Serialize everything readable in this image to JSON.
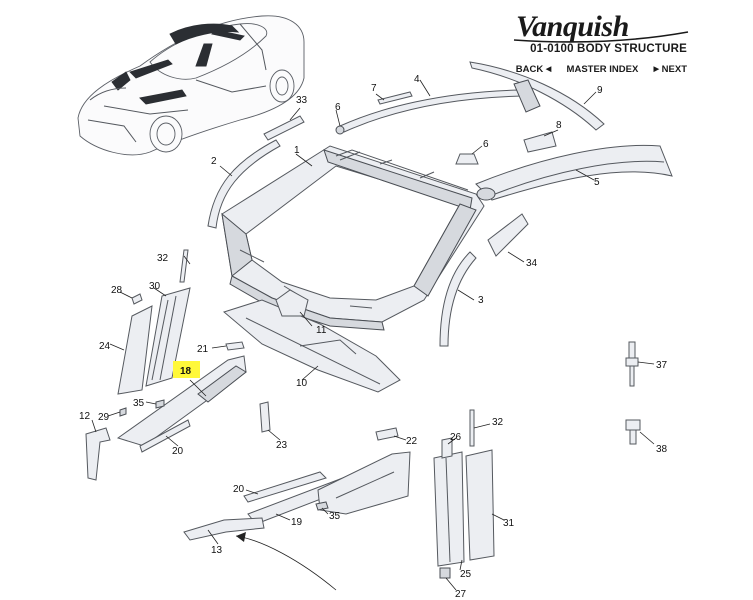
{
  "header": {
    "brand": "Vanquish",
    "section_title": "01-0100 BODY STRUCTURE"
  },
  "nav": {
    "back": "BACK",
    "master_index": "MASTER INDEX",
    "next": "NEXT"
  },
  "callouts": {
    "c1": "1",
    "c2": "2",
    "c3": "3",
    "c4": "4",
    "c5": "5",
    "c6a": "6",
    "c6b": "6",
    "c7": "7",
    "c8": "8",
    "c9": "9",
    "c10": "10",
    "c11": "11",
    "c12": "12",
    "c13": "13",
    "c18": "18",
    "c19": "19",
    "c20a": "20",
    "c20b": "20",
    "c21": "21",
    "c22": "22",
    "c23": "23",
    "c24": "24",
    "c25": "25",
    "c26": "26",
    "c27": "27",
    "c28": "28",
    "c29": "29",
    "c30": "30",
    "c31": "31",
    "c32a": "32",
    "c32b": "32",
    "c33": "33",
    "c34": "34",
    "c35a": "35",
    "c35b": "35",
    "c37": "37",
    "c38": "38"
  },
  "highlight": {
    "callout": "18",
    "color": "#fff83a"
  }
}
